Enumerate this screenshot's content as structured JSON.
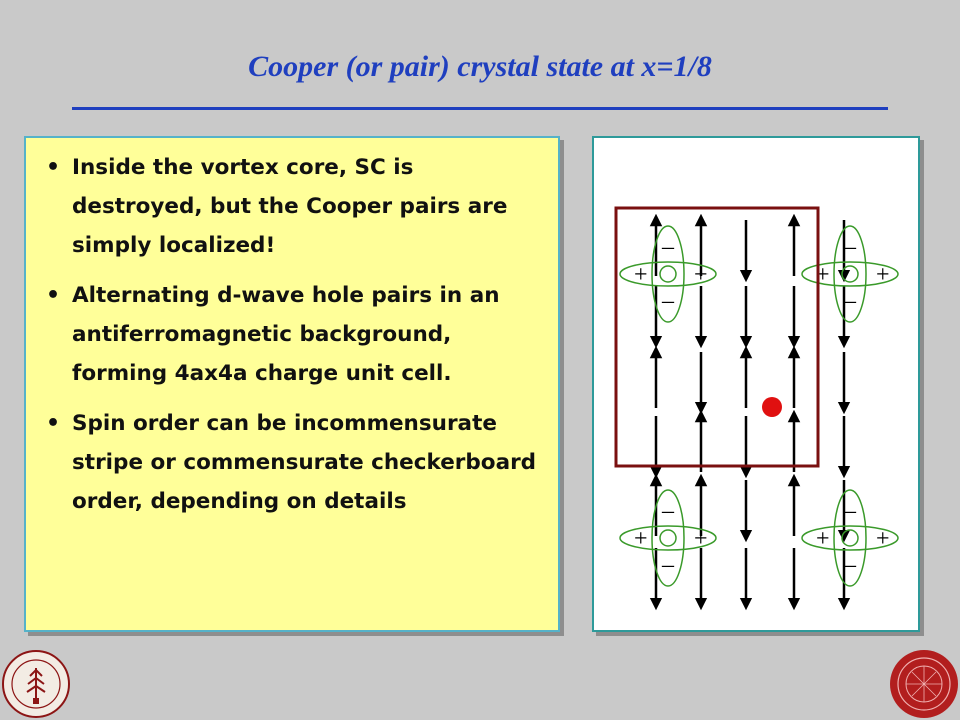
{
  "slide": {
    "title": "Cooper (or pair) crystal state at x=1/8",
    "bullet_symbol": "•",
    "bullets": [
      "Inside the vortex core, SC is destroyed, but the Cooper pairs are simply localized!",
      "Alternating d-wave hole pairs in an antiferromagnetic background, forming 4ax4a charge unit cell.",
      "Spin order can be incommensurate stripe or commensurate checkerboard order, depending on details"
    ]
  },
  "diagram": {
    "plus_sign": "+",
    "minus_sign": "–",
    "spin_up": "up",
    "spin_down": "down",
    "colors": {
      "unit_cell_border": "#7a1010",
      "orbital_lobe": "#3a9a2a",
      "hole_dot": "#e01010",
      "arrow": "#000000"
    },
    "pair_lattice_positions": [
      {
        "site_col": 0,
        "site_row": 0
      },
      {
        "site_col": 4,
        "site_row": 0
      },
      {
        "site_col": 0,
        "site_row": 3
      },
      {
        "site_col": 4,
        "site_row": 3
      }
    ],
    "spin_rows": [
      {
        "row": 0,
        "spins": [
          "up",
          "up",
          "down",
          "up",
          "down"
        ]
      },
      {
        "row": 1,
        "spins": [
          "down",
          "down",
          "down",
          "down",
          "down"
        ]
      },
      {
        "row": 2,
        "spins": [
          "up",
          "down",
          "up",
          "up",
          "down"
        ]
      },
      {
        "row": 3,
        "spins": [
          "down",
          "up",
          "down",
          "up",
          "down"
        ]
      },
      {
        "row": 4,
        "spins": [
          "up",
          "up",
          "down",
          "up",
          "down"
        ]
      },
      {
        "row": 5,
        "spins": [
          "down",
          "down",
          "down",
          "down",
          "down"
        ]
      }
    ]
  },
  "logos": {
    "left_seal_name": "stanford-university-seal",
    "right_seal_name": "university-seal-red"
  }
}
